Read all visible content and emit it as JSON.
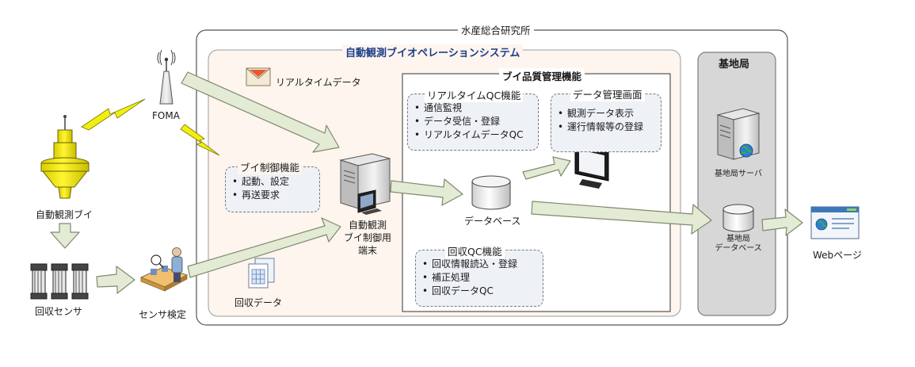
{
  "institute": "水産総合研究所",
  "system_title": "自動観測ブイオペレーションシステム",
  "quality_title": "ブイ品質管理機能",
  "base_station": {
    "title": "基地局",
    "server": "基地局サーバ",
    "database_line1": "基地局",
    "database_line2": "データベース"
  },
  "realtime_data": "リアルタイムデータ",
  "recovered_data": "回収データ",
  "foma": "FOMA",
  "buoy": "自動観測ブイ",
  "sensors": "回収センサ",
  "inspection": "センサ検定",
  "terminal": {
    "line1": "自動観測",
    "line2": "ブイ制御用",
    "line3": "端末"
  },
  "database": "データベース",
  "web_page": "Webページ",
  "buoy_control": {
    "title": "ブイ制御機能",
    "items": [
      "起動、設定",
      "再送要求"
    ]
  },
  "realtime_qc": {
    "title": "リアルタイムQC機能",
    "items": [
      "通信監視",
      "データ受信・登録",
      "リアルタイムデータQC"
    ]
  },
  "data_screen": {
    "title": "データ管理画面",
    "items": [
      "観測データ表示",
      "運行情報等の登録"
    ]
  },
  "recovery_qc": {
    "title": "回収QC機能",
    "items": [
      "回収情報読込・登録",
      "補正処理",
      "回収データQC"
    ]
  },
  "colors": {
    "arrow_fill": "#e4ebd4",
    "panel_fill": "#fdf5ee",
    "base_fill": "#d7d7d7",
    "buoy_yellow": "#f5e800",
    "dash_fill": "#eef1f6"
  }
}
